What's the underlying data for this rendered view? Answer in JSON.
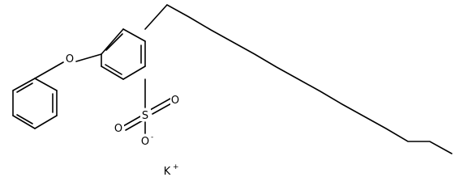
{
  "molecule": {
    "atoms": {
      "oxygen_ether": "O",
      "sulfur": "S",
      "oxygen_sulfonyl_1": "O",
      "oxygen_sulfonyl_2": "O",
      "oxygen_anion": "O",
      "anion_charge": "-",
      "counterion": "K",
      "counterion_charge": "+"
    }
  },
  "colors": {
    "bond": "#000000",
    "text": "#000000",
    "background": "#ffffff"
  }
}
